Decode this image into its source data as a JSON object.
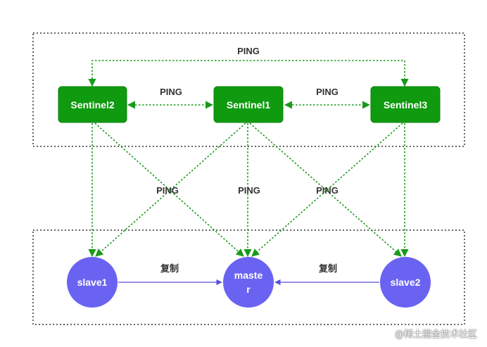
{
  "sentinels": {
    "sentinel2": "Sentinel2",
    "sentinel1": "Sentinel1",
    "sentinel3": "Sentinel3"
  },
  "redis_nodes": {
    "slave1": "slave1",
    "master_line1": "maste",
    "master_line2": "r",
    "slave2": "slave2"
  },
  "edge_labels": {
    "ping_top": "PING",
    "ping_s2_s1": "PING",
    "ping_s1_s3": "PING",
    "ping_cross_left": "PING",
    "ping_cross_mid": "PING",
    "ping_cross_right": "PING",
    "replicate_left": "复制",
    "replicate_right": "复制"
  },
  "watermark": "@稀土掘金技术社区",
  "colors": {
    "sentinel": "#0f9a0f",
    "redis_node": "#6a63f2",
    "ping_line": "#1a9a1a",
    "replication_line": "#5a4fe0"
  }
}
